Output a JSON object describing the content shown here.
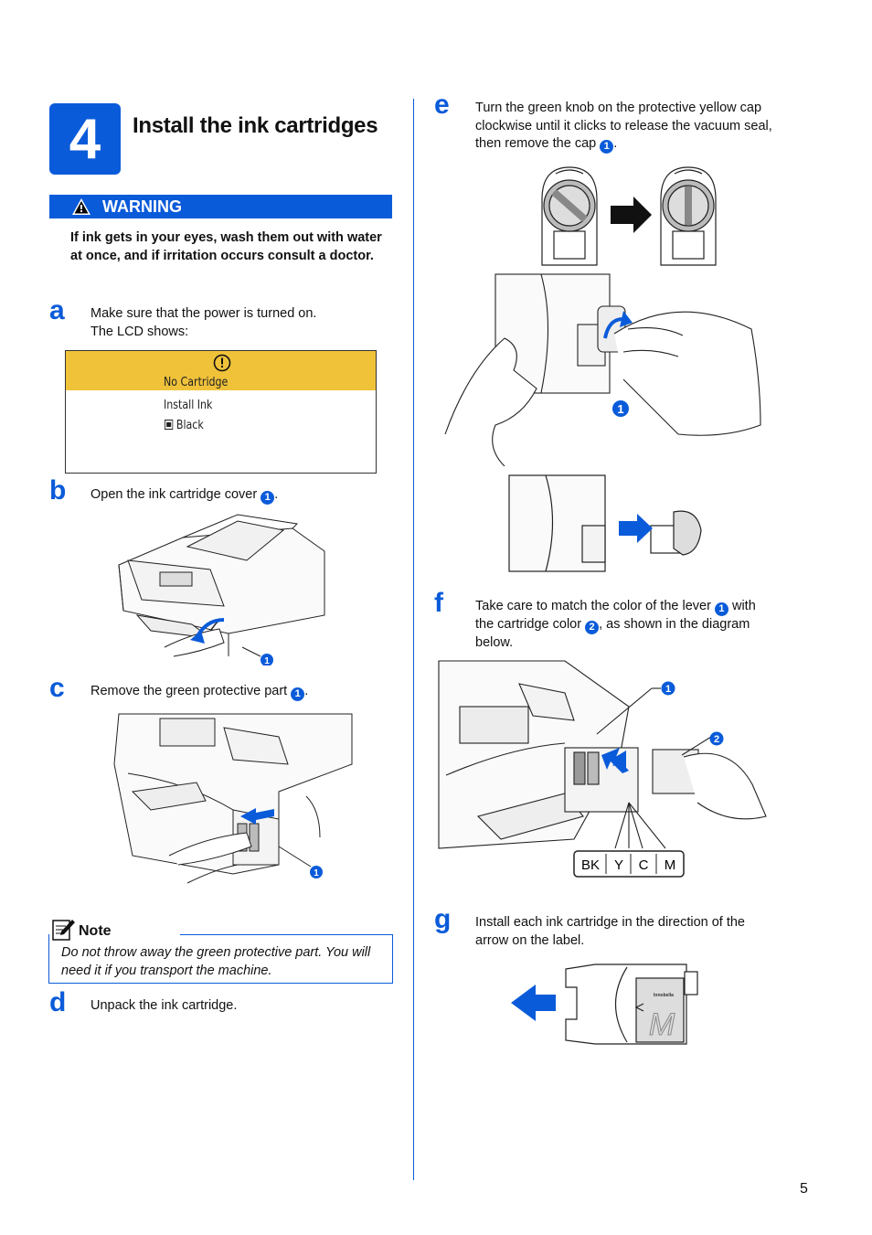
{
  "header": {
    "step_number": "4",
    "title": "Install the ink cartridges"
  },
  "warning": {
    "label": "WARNING",
    "text": "If ink gets in your eyes, wash them out with water at once, and if irritation occurs consult a doctor."
  },
  "steps": {
    "a": {
      "letter": "a",
      "line1": "Make sure that the power is turned on.",
      "line2": "The LCD shows:"
    },
    "b": {
      "letter": "b",
      "text": "Open the ink cartridge cover",
      "callout": "1"
    },
    "c": {
      "letter": "c",
      "text": "Remove the green protective part",
      "callout": "1"
    },
    "d": {
      "letter": "d",
      "text": "Unpack the ink cartridge."
    },
    "e": {
      "letter": "e",
      "text": "Turn the green knob on the protective yellow cap clockwise until it clicks to release the vacuum seal, then remove the cap",
      "callout": "1"
    },
    "f": {
      "letter": "f",
      "text_a": "Take care to match the color of the lever",
      "callout1": "1",
      "text_b": "with the cartridge color",
      "callout2": "2",
      "text_c": ", as shown in the diagram below."
    },
    "g": {
      "letter": "g",
      "text": "Install each ink cartridge in the direction of the arrow on the label."
    }
  },
  "lcd": {
    "status": "No Cartridge",
    "line1": "Install Ink",
    "line2": "Black",
    "accent_color": "#f0c23a"
  },
  "note": {
    "label": "Note",
    "text": "Do not throw away the green protective part. You will need it if you transport the machine."
  },
  "illustrations": {
    "callout_b": "1",
    "callout_c": "1",
    "callout_e": "1",
    "callout_f1": "1",
    "callout_f2": "2",
    "color_labels": [
      "BK",
      "Y",
      "C",
      "M"
    ],
    "cartridge_brand": "Innobella",
    "cartridge_letter": "M"
  },
  "page_number": "5",
  "colors": {
    "accent": "#0a5bd9",
    "lcd_yellow": "#f0c23a"
  }
}
